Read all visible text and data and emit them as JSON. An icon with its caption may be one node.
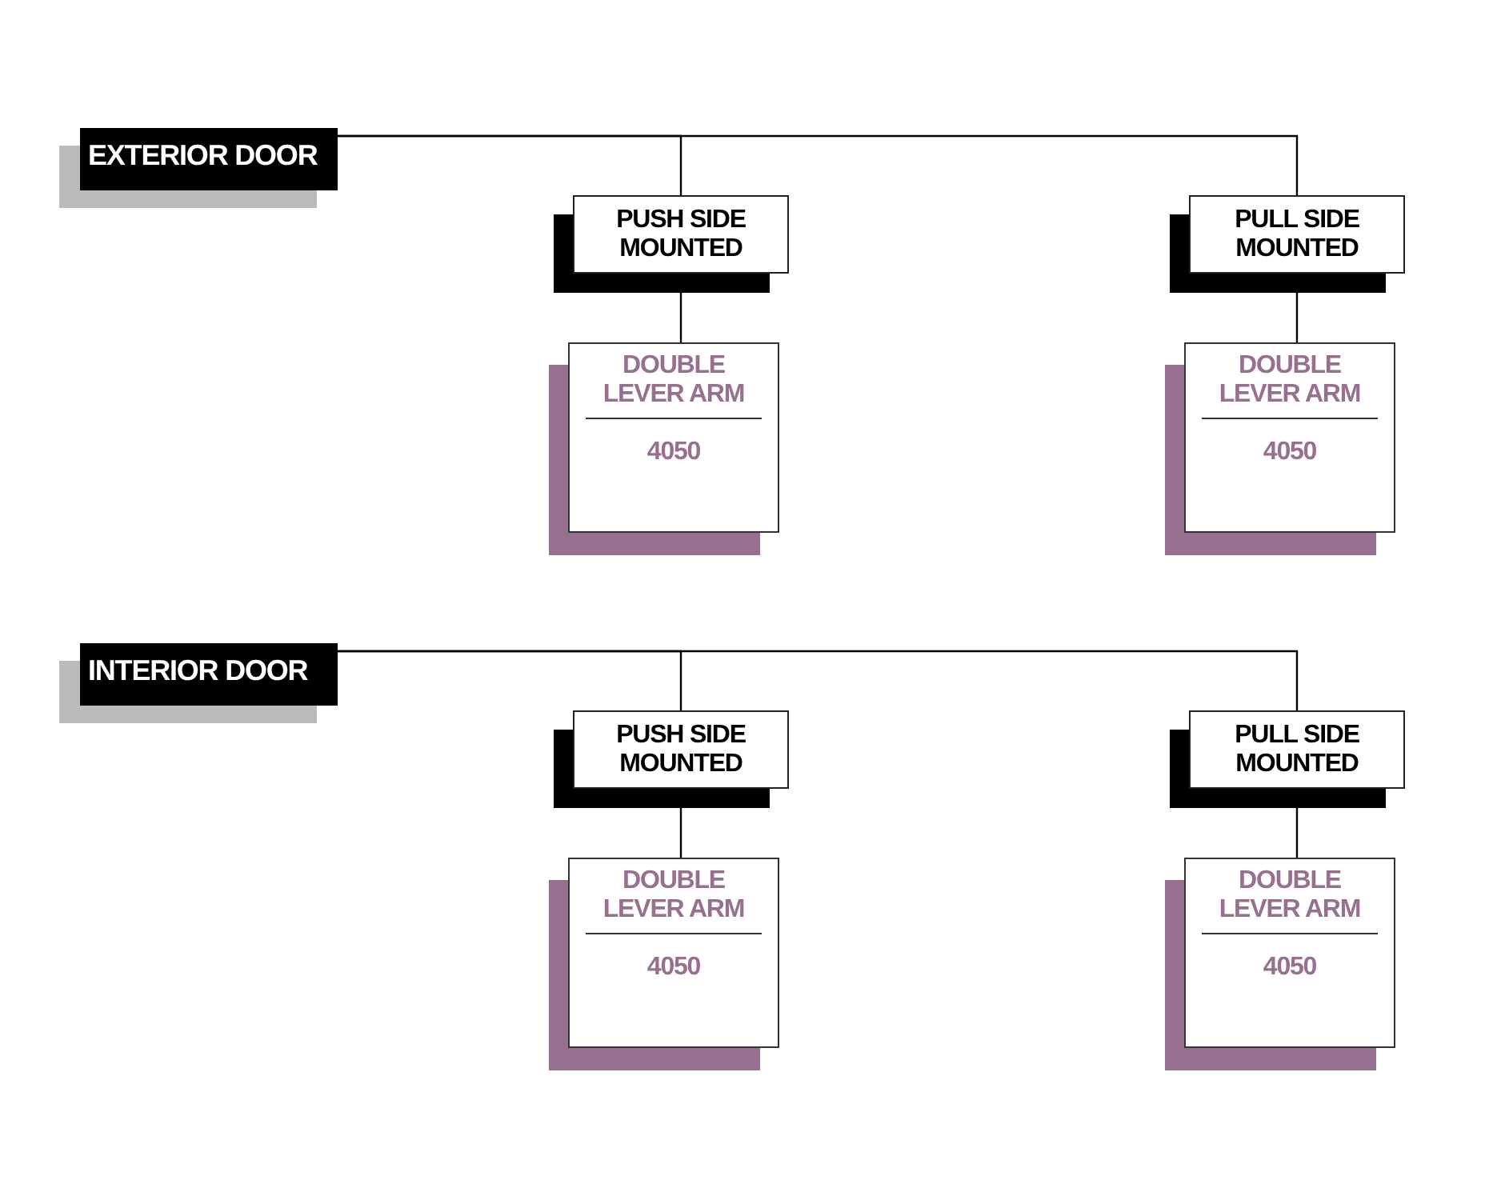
{
  "diagram": {
    "nodes": [
      {
        "text": [
          "EXTERIOR DOOR"
        ]
      },
      {
        "text": [
          "PUSH SIDE MOUNTED"
        ]
      },
      {
        "text": [
          "DOUBLE LEVER ARM",
          "4050"
        ]
      },
      {
        "text": [
          "PULL SIDE MOUNTED"
        ]
      },
      {
        "text": [
          "DOUBLE LEVER ARM",
          "4050"
        ]
      },
      {
        "text": [
          "INTERIOR DOOR"
        ]
      },
      {
        "text": [
          "PUSH SIDE MOUNTED"
        ]
      },
      {
        "text": [
          "DOUBLE LEVER ARM",
          "4050"
        ]
      },
      {
        "text": [
          "PULL SIDE MOUNTED"
        ]
      },
      {
        "text": [
          "DOUBLE LEVER ARM",
          "4050"
        ]
      }
    ],
    "edges": [
      {
        "from": 0,
        "to": 1,
        "arrow": "none"
      },
      {
        "from": 0,
        "to": 3,
        "arrow": "none"
      },
      {
        "from": 1,
        "to": 2,
        "arrow": "none"
      },
      {
        "from": 3,
        "to": 4,
        "arrow": "none"
      },
      {
        "from": 5,
        "to": 6,
        "arrow": "none"
      },
      {
        "from": 5,
        "to": 8,
        "arrow": "none"
      },
      {
        "from": 6,
        "to": 7,
        "arrow": "none"
      },
      {
        "from": 8,
        "to": 9,
        "arrow": "none"
      }
    ]
  }
}
